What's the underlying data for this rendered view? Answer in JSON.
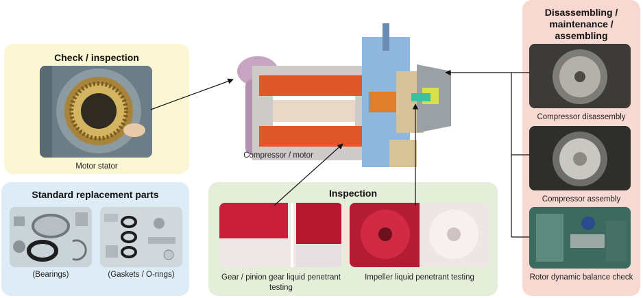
{
  "check_panel": {
    "title": "Check / inspection",
    "caption": "Motor stator"
  },
  "replacement_panel": {
    "title": "Standard replacement parts",
    "bearings": "(Bearings)",
    "gaskets": "(Gaskets / O-rings)"
  },
  "center": {
    "caption": "Compressor / motor"
  },
  "inspection_panel": {
    "title": "Inspection",
    "gear_caption": "Gear / pinion gear liquid penetrant testing",
    "impeller_caption": "Impeller liquid penetrant testing"
  },
  "maintenance_panel": {
    "title": "Disassembling / maintenance / assembling",
    "items": [
      "Compressor disassembly",
      "Compressor assembly",
      "Rotor dynamic balance check"
    ]
  }
}
